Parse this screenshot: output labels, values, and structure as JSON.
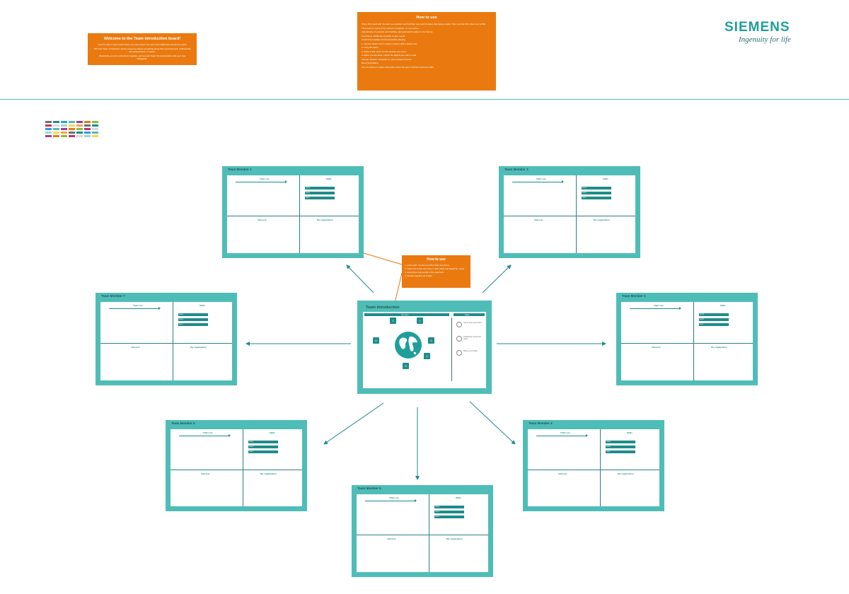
{
  "welcome": {
    "title": "Welcome to the Team introduction board!",
    "lines": [
      "Good to have a team board where you can present the team and collaborate across the world!",
      "With this 'Team introduction' board, everyone shares something about their personal work, professional life using pictures, or words.",
      "Afterwards you can review them together, and you can begin the conversation with your new colleagues."
    ]
  },
  "how_to_use_top": {
    "title": "How to use",
    "lines": [
      "Share this board with the team so members can find their way and introduce themselves easily. They can then fill in their own profile.",
      "This board is meant to be worked on together, on one screen.",
      "Add pictures of yourself, your hobbies, and your work location to the frames.",
      "Feel free to modify the template to your needs.",
      "Check the template and frames before sharing.",
      "1. Use the 'Select' tool to select a section with a sticky note",
      "2. Copy the frame",
      "3. Paste it and move it to the position you need",
      "4. When you are done, unlock the objects you want to edit",
      "Use the 'Section' navigation to move between frames.",
      "Recommendation:",
      "Use the frames to share information about the team members and their skills."
    ]
  },
  "how_to_use_mid": {
    "title": "How to use",
    "lines": [
      "1. Invite team members to fill in their own frame",
      "2. Select the frame and copy it, then paste and adjust the name.",
      "3. Add photos and words to the quadrants",
      "4. Review together as a team"
    ]
  },
  "logo": {
    "word": "SIEMENS",
    "tagline": "Ingenuity for life"
  },
  "members": [
    {
      "title": "Team Member 1",
      "thats_me": "That's me",
      "skills": "Skills",
      "interests": "Interests",
      "my_org": "My organization",
      "skill_rows": [
        "Skill A",
        "Skill B",
        "Skill C"
      ]
    },
    {
      "title": "Team Member 2",
      "thats_me": "That's me",
      "skills": "Skills",
      "interests": "Interests",
      "my_org": "My organization",
      "skill_rows": [
        "Skill A",
        "Skill B",
        "Skill C"
      ]
    },
    {
      "title": "Team Member 3",
      "thats_me": "That's me",
      "skills": "Skills",
      "interests": "Interests",
      "my_org": "My organization",
      "skill_rows": [
        "Skill A",
        "Skill B",
        "Skill C"
      ]
    },
    {
      "title": "Team Member 4",
      "thats_me": "That's me",
      "skills": "Skills",
      "interests": "Interests",
      "my_org": "My organization",
      "skill_rows": [
        "Skill A",
        "Skill B",
        "Skill C"
      ]
    },
    {
      "title": "Team Member 5",
      "thats_me": "That's me",
      "skills": "Skills",
      "interests": "Interests",
      "my_org": "My organization",
      "skill_rows": [
        "Skill A",
        "Skill B",
        "Skill C"
      ]
    },
    {
      "title": "Team Member 6",
      "thats_me": "That's me",
      "skills": "Skills",
      "interests": "Interests",
      "my_org": "My organization",
      "skill_rows": [
        "Skill A",
        "Skill B",
        "Skill C"
      ]
    },
    {
      "title": "Team Member 7",
      "thats_me": "That's me",
      "skills": "Skills",
      "interests": "Interests",
      "my_org": "My organization",
      "skill_rows": [
        "Skill A",
        "Skill B",
        "Skill C"
      ]
    }
  ],
  "center": {
    "title": "Team introduction",
    "left_header": "Our team",
    "right_header": "Tasks",
    "member_numbers": [
      "1",
      "2",
      "3",
      "4",
      "5",
      "6"
    ],
    "right_items": [
      "Get to know each other",
      "Collaborate across the world",
      "Share your profile"
    ]
  },
  "colors": {
    "teal": "#4fbdb7",
    "dark_teal": "#1f8c8a",
    "orange": "#ea7a10",
    "globe": "#1f9e9a"
  }
}
